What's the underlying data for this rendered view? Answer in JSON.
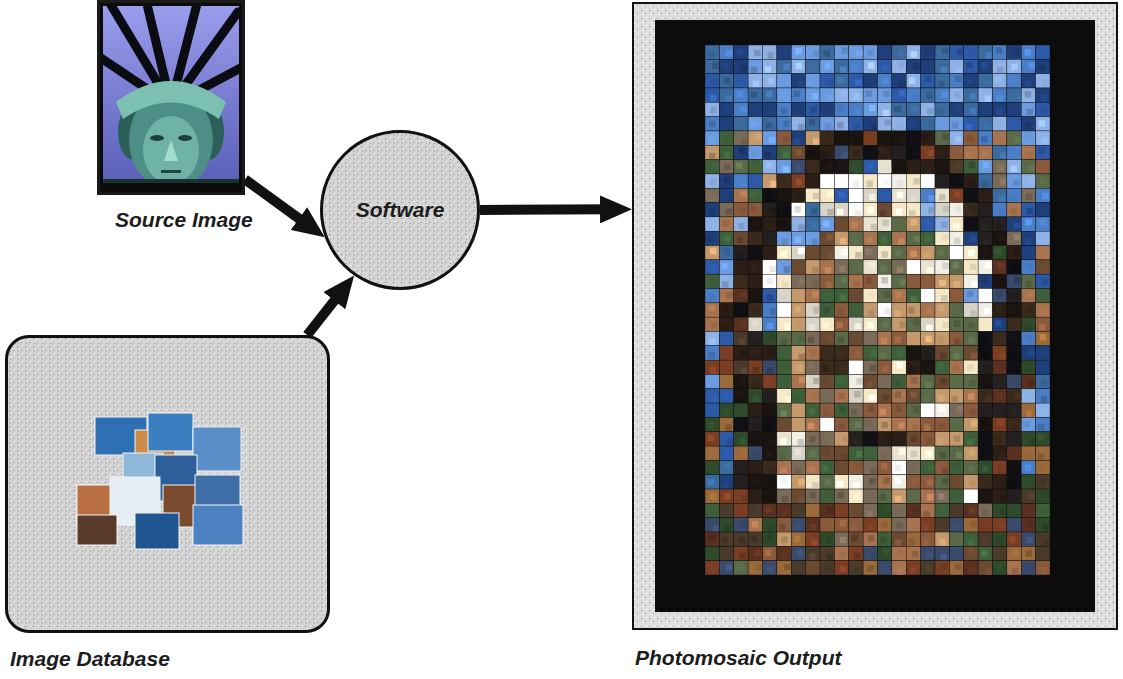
{
  "diagram": {
    "nodes": [
      {
        "text": [
          "Source Image"
        ]
      },
      {
        "text": [
          "Image Database"
        ]
      },
      {
        "text": [
          "Software"
        ]
      },
      {
        "text": [
          "Photomosaic Output"
        ]
      }
    ],
    "edges": [
      {
        "from": 0,
        "to": 2,
        "arrow": "to"
      },
      {
        "from": 1,
        "to": 2,
        "arrow": "to"
      },
      {
        "from": 2,
        "to": 3,
        "arrow": "to"
      }
    ]
  }
}
